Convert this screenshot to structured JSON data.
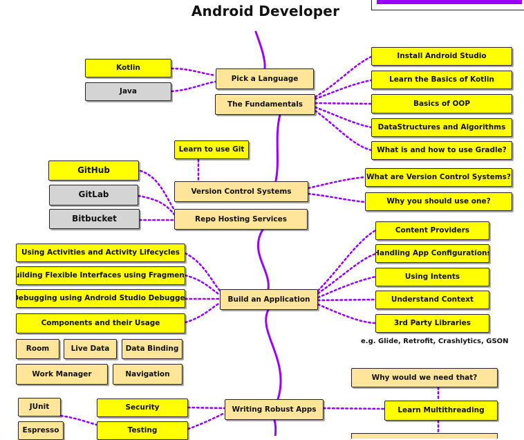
{
  "title": "Android Developer",
  "colors": {
    "accent": "#9900ff",
    "yellow": "#ffff00",
    "peach": "#ffe599",
    "grey": "#d4d4d4"
  },
  "nodes": {
    "pick_language": "Pick a Language",
    "kotlin": "Kotlin",
    "java": "Java",
    "fundamentals": "The Fundamentals",
    "install_studio": "Install Android Studio",
    "basics_kotlin": "Learn the Basics of Kotlin",
    "basics_oop": "Basics of OOP",
    "ds_algo": "DataStructures and Algorithms",
    "gradle": "What is and how to use Gradle?",
    "learn_git": "Learn to use Git",
    "vcs": "Version Control Systems",
    "what_vcs": "What are Version Control Systems?",
    "why_vcs": "Why you should use one?",
    "github": "GitHub",
    "gitlab": "GitLab",
    "bitbucket": "Bitbucket",
    "repo_hosting": "Repo Hosting Services",
    "activities": "Using Activities and Activity Lifecycles",
    "fragments": "Building Flexible Interfaces using Fragments",
    "debugging": "Debugging using Android Studio Debugger",
    "components": "Components and their Usage",
    "room": "Room",
    "live_data": "Live Data",
    "data_binding": "Data Binding",
    "work_manager": "Work Manager",
    "navigation": "Navigation",
    "build_app": "Build an Application",
    "content_providers": "Content Providers",
    "app_config": "Handling App Configurations",
    "intents": "Using Intents",
    "context": "Understand Context",
    "third_party": "3rd Party Libraries",
    "third_party_examples": "e.g. Glide, Retrofit, Crashlytics, GSON",
    "why_need": "Why would we need that?",
    "multithreading": "Learn Multithreading",
    "robust_apps": "Writing Robust Apps",
    "security": "Security",
    "testing": "Testing",
    "junit": "JUnit",
    "espresso": "Espresso"
  }
}
